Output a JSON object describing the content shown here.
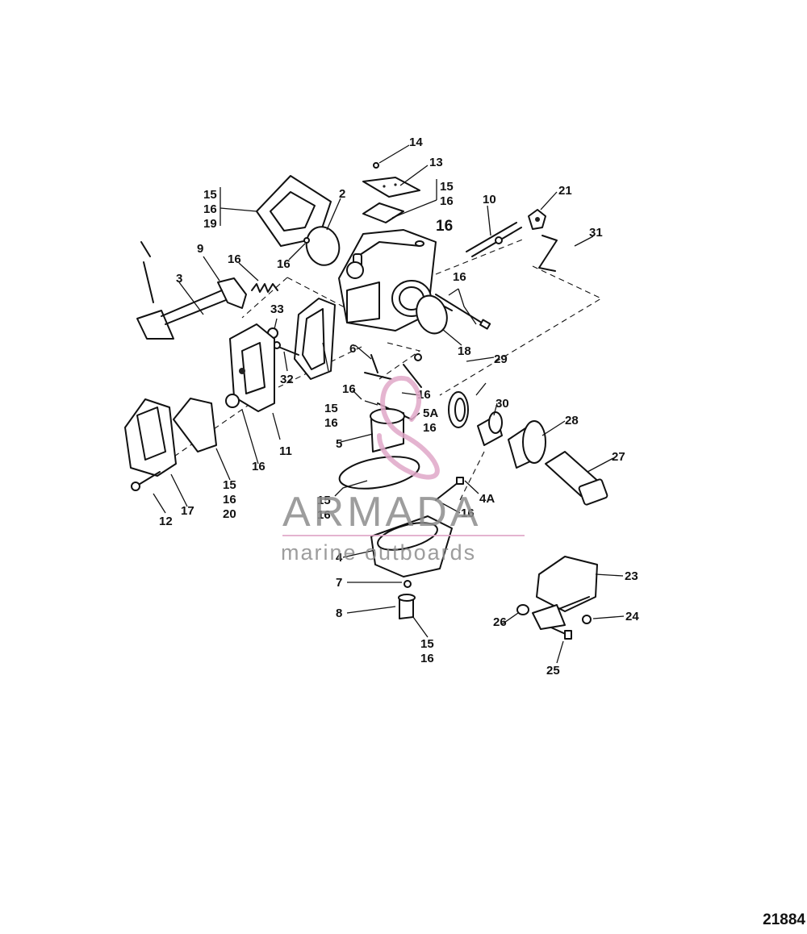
{
  "diagram": {
    "number": "21884",
    "callouts": {
      "c14": "14",
      "c13": "13",
      "c15a": "15",
      "c16a": "16",
      "c19": "19",
      "c2": "2",
      "c15b": "15",
      "c16b": "16",
      "c10": "10",
      "c21": "21",
      "c16c": "16",
      "c31": "31",
      "c16d": "16",
      "c9": "9",
      "c16e": "16",
      "c3": "3",
      "c33": "33",
      "c16f": "16",
      "c18": "18",
      "c32": "32",
      "c6": "6",
      "c16g": "16",
      "c16h": "16",
      "c5a": "5A",
      "c16i": "16",
      "c15c": "15",
      "c16j": "16",
      "c5": "5",
      "c29": "29",
      "c30": "30",
      "c28": "28",
      "c27": "27",
      "c16k": "16",
      "c11": "11",
      "c15d": "15",
      "c16l": "16",
      "c20": "20",
      "c12": "12",
      "c17": "17",
      "c15e": "15",
      "c16m": "16",
      "c4a": "4A",
      "c16n": "16",
      "c4": "4",
      "c7": "7",
      "c8": "8",
      "c15f": "15",
      "c16o": "16",
      "c23": "23",
      "c24": "24",
      "c26": "26",
      "c25": "25"
    }
  },
  "watermark": {
    "brand": "ARMADA",
    "tagline": "marine outboards",
    "colors": {
      "brand": "#8c8c8c",
      "accent": "#e0a8c8"
    }
  }
}
